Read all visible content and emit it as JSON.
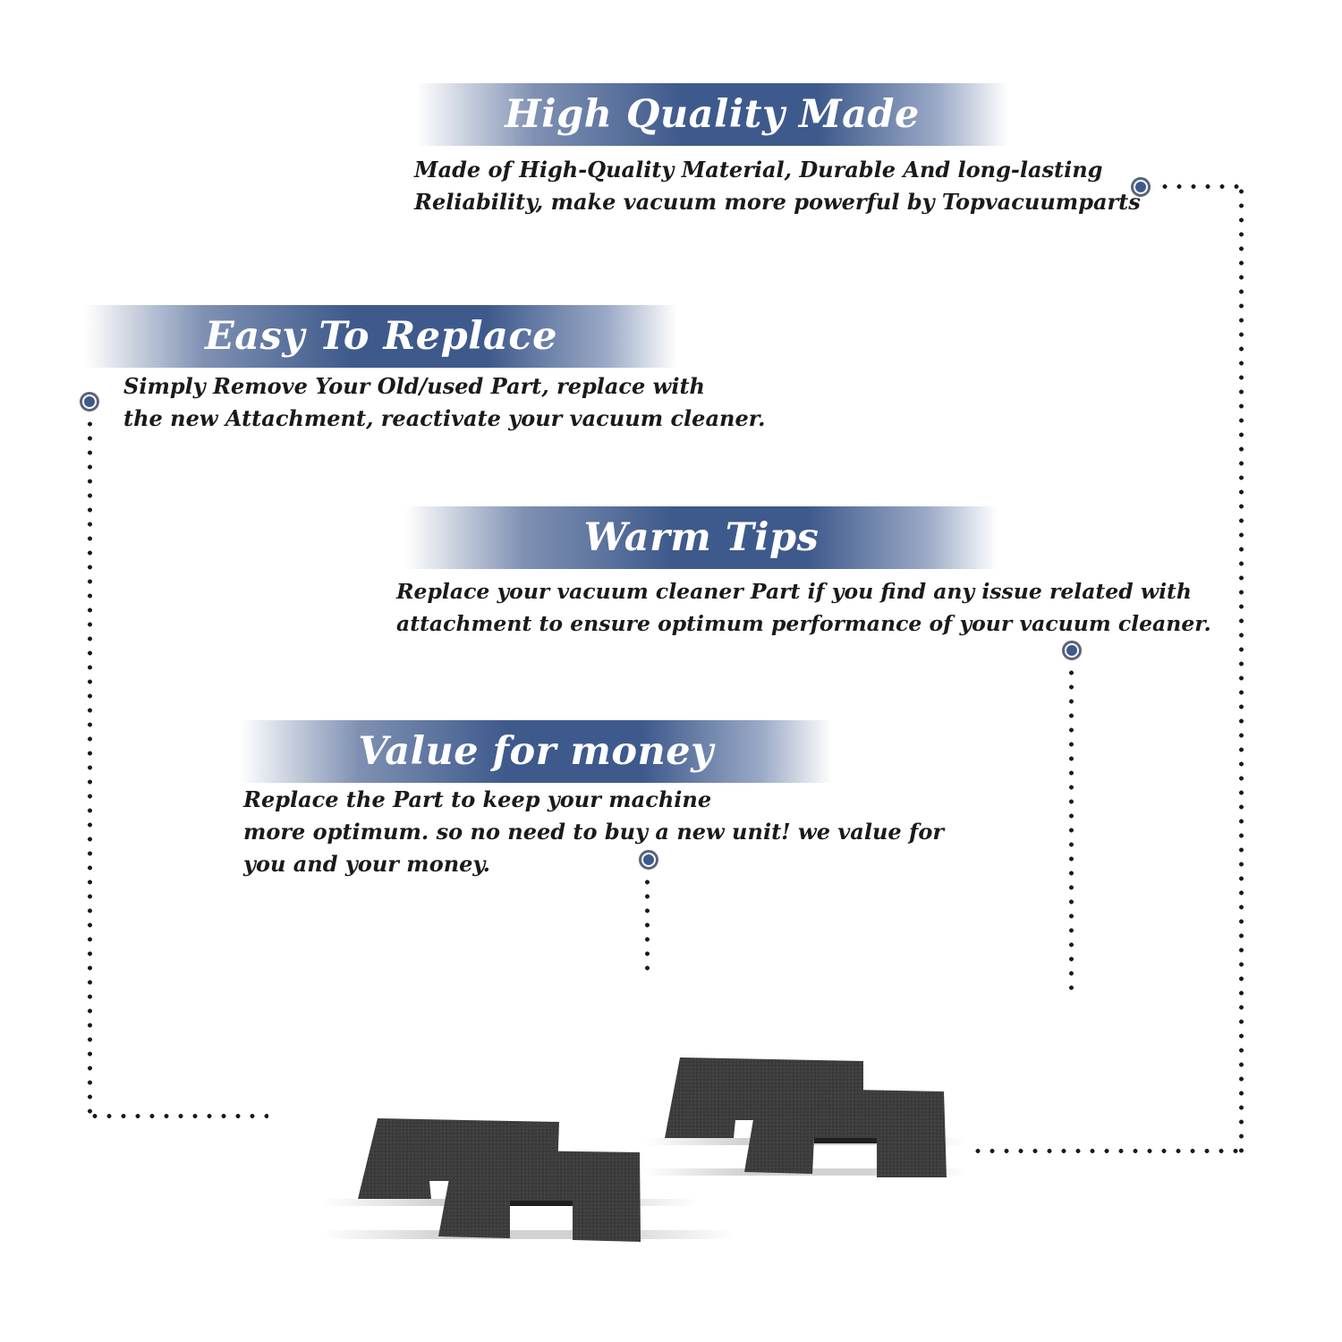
{
  "sections": [
    {
      "title": "High Quality Made",
      "lines": [
        "Made of  High-Quality Material, Durable And long-lasting",
        "Reliability, make vacuum more powerful by Topvacuumparts"
      ]
    },
    {
      "title": "Easy To Replace",
      "lines": [
        "Simply Remove Your Old/used Part, replace with",
        "the new Attachment, reactivate your vacuum cleaner."
      ]
    },
    {
      "title": "Warm Tips",
      "lines": [
        "Replace your vacuum cleaner Part if you find any issue related with",
        " attachment to ensure optimum performance of your vacuum cleaner."
      ]
    },
    {
      "title": "Value for money",
      "lines": [
        "Replace the Part to keep your machine",
        "more optimum. so no need to buy a new unit! we value for",
        "you and your money."
      ]
    }
  ],
  "colors": {
    "banner_blue": "#3e5a8c",
    "text": "#1a1a1a",
    "sponge": "#3a3a3a"
  },
  "icons": [
    "bullet-dot-icon",
    "foam-filter-product-image"
  ]
}
